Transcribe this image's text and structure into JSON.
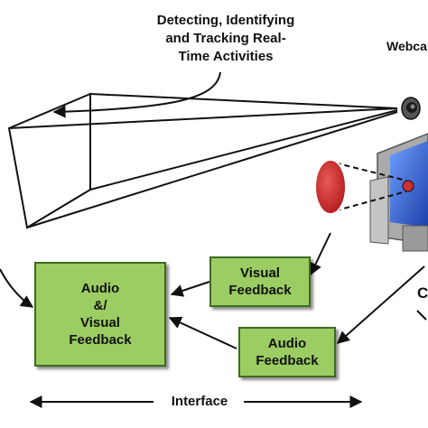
{
  "caption": {
    "line1": "Detecting, Identifying",
    "line2": "and Tracking Real-",
    "line3": "Time Activities"
  },
  "webcam_label": "Webca",
  "computer_label": "C",
  "boxes": {
    "main": {
      "line1": "Audio",
      "line2": "&/",
      "line3": "Visual",
      "line4": "Feedback"
    },
    "visual": {
      "line1": "Visual",
      "line2": "Feedback"
    },
    "audio": {
      "line1": "Audio",
      "line2": "Feedback"
    }
  },
  "interface_label": "Interface",
  "colors": {
    "box_fill": "#9ccd63",
    "box_border": "#3d6b1e",
    "screen_blue": "#2f5fd0",
    "disc_red": "#d03030",
    "monitor_gray": "#b8b8b8"
  }
}
